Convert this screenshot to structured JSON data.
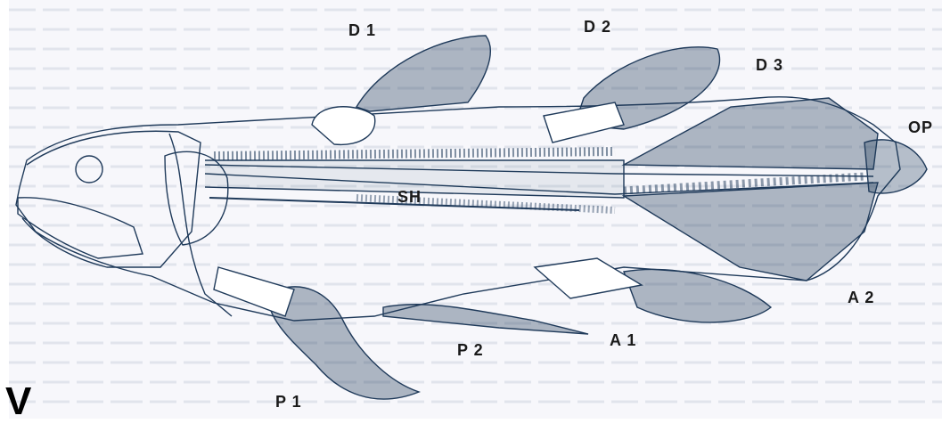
{
  "colors": {
    "ink": "#1f3a5a",
    "paper": "#f7f7fb",
    "paper_text": "#dfe2ea"
  },
  "labels": {
    "d1": "D 1",
    "d2": "D 2",
    "d3": "D 3",
    "op": "OP",
    "sh": "SH",
    "p1": "P 1",
    "p2": "P 2",
    "a1": "A 1",
    "a2": "A 2"
  },
  "panel": {
    "letter": "V"
  }
}
